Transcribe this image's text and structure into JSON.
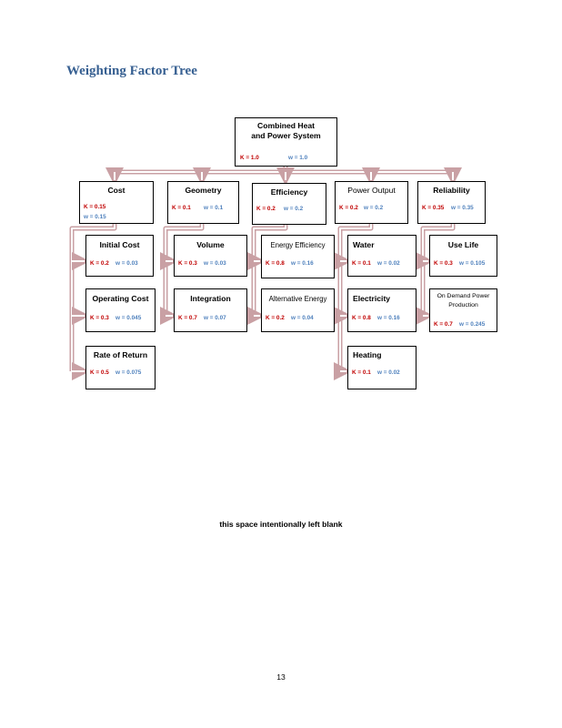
{
  "heading": "Weighting Factor Tree",
  "root": {
    "title": "Combined Heat and Power System",
    "k": "K = 1.0",
    "w": "w = 1.0"
  },
  "categories": [
    {
      "title": "Cost",
      "k": "K = 0.15",
      "w": "w = 0.15",
      "children": [
        {
          "title": "Initial Cost",
          "k": "K = 0.2",
          "w": "w = 0.03"
        },
        {
          "title": "Operating Cost",
          "k": "K = 0.3",
          "w": "w = 0.045"
        },
        {
          "title": "Rate of Return",
          "k": "K = 0.5",
          "w": "w = 0.075"
        }
      ]
    },
    {
      "title": "Geometry",
      "k": "K = 0.1",
      "w": "w = 0.1",
      "children": [
        {
          "title": "Volume",
          "k": "K = 0.3",
          "w": "w = 0.03"
        },
        {
          "title": "Integration",
          "k": "K = 0.7",
          "w": "w = 0.07"
        }
      ]
    },
    {
      "title": "Efficiency",
      "k": "K = 0.2",
      "w": "w = 0.2",
      "children": [
        {
          "title": "Energy Efficiency",
          "k": "K = 0.8",
          "w": "w = 0.16"
        },
        {
          "title": "Alternative Energy",
          "k": "K = 0.2",
          "w": "w = 0.04"
        }
      ]
    },
    {
      "title": "Power Output",
      "k": "K = 0.2",
      "w": "w = 0.2",
      "children": [
        {
          "title": "Water",
          "k": "K = 0.1",
          "w": "w = 0.02"
        },
        {
          "title": "Electricity",
          "k": "K = 0.8",
          "w": "w = 0.16"
        },
        {
          "title": "Heating",
          "k": "K = 0.1",
          "w": "w = 0.02"
        }
      ]
    },
    {
      "title": "Reliability",
      "k": "K = 0.35",
      "w": "w = 0.35",
      "children": [
        {
          "title": "Use Life",
          "k": "K = 0.3",
          "w": "w = 0.105"
        },
        {
          "title": "On Demand Power Production",
          "k": "K = 0.7",
          "w": "w = 0.245"
        }
      ]
    }
  ],
  "blank_note": "this space intentionally left blank",
  "page_number": "13",
  "colors": {
    "heading": "#365f91",
    "k_value": "#c00000",
    "w_value": "#4f81bd",
    "connector": "#c9a0a4"
  }
}
